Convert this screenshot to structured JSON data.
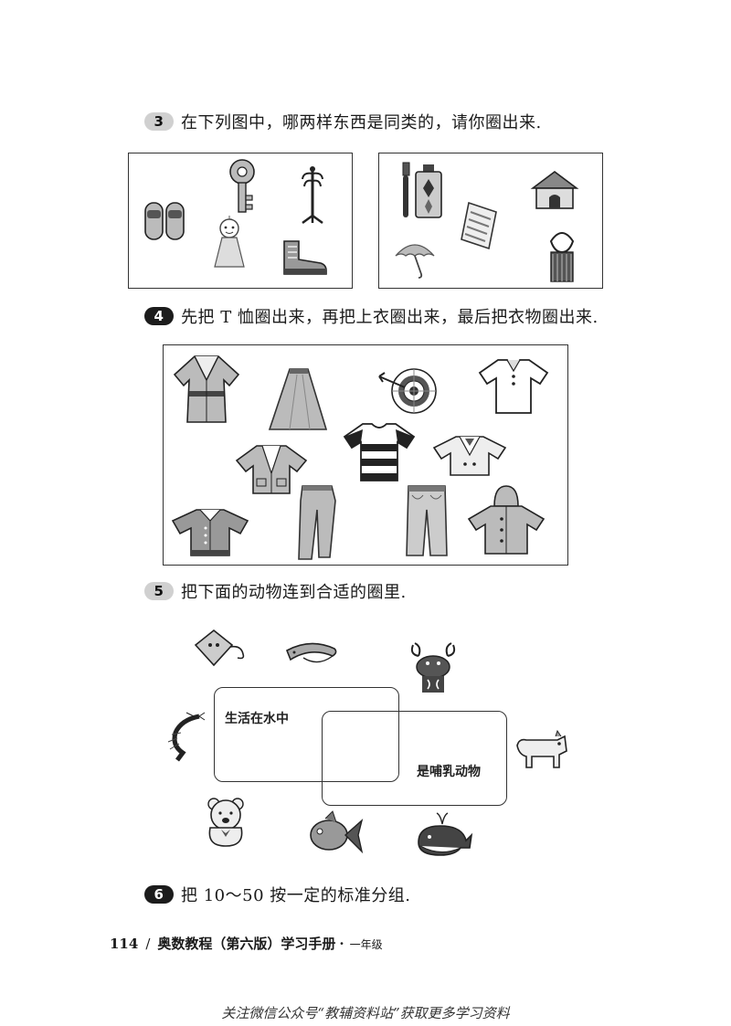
{
  "questions": [
    {
      "number": "3",
      "text": "在下列图中，哪两样东西是同类的，请你圈出来."
    },
    {
      "number": "4",
      "text": "先把 T 恤圈出来，再把上衣圈出来，最后把衣物圈出来."
    },
    {
      "number": "5",
      "text": "把下面的动物连到合适的圈里."
    },
    {
      "number": "6",
      "text": "把 10～50 按一定的标准分组."
    }
  ],
  "venn": {
    "water_label": "生活在水中",
    "mammal_label": "是哺乳动物"
  },
  "footer": {
    "page": "114",
    "slash": "/",
    "book_title": "奥数教程（第六版）学习手册",
    "dot": "·",
    "grade": "一年级"
  },
  "notice": "关注微信公众号“教辅资料站”获取更多学习资料",
  "colors": {
    "badge_light": "#d0d0d0",
    "badge_dark": "#1c1c1c",
    "frame": "#333333"
  }
}
